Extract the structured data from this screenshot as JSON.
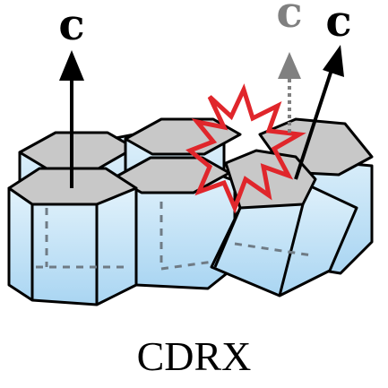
{
  "diagram": {
    "caption": "CDRX",
    "axis_labels": {
      "left": "c",
      "rotated_ghost": "c",
      "rotated": "c"
    },
    "colors": {
      "top_face": "#c8c8c8",
      "side_face_top": "#e2f2fb",
      "side_face_bottom": "#a9d5f2",
      "outline": "#000000",
      "hidden_edge": "#6f7b85",
      "burst": "#e0262b",
      "ghost_axis": "#808080",
      "axis": "#000000"
    },
    "icons": [
      "grain-boundary-burst-icon",
      "axis-arrow-icon"
    ]
  }
}
